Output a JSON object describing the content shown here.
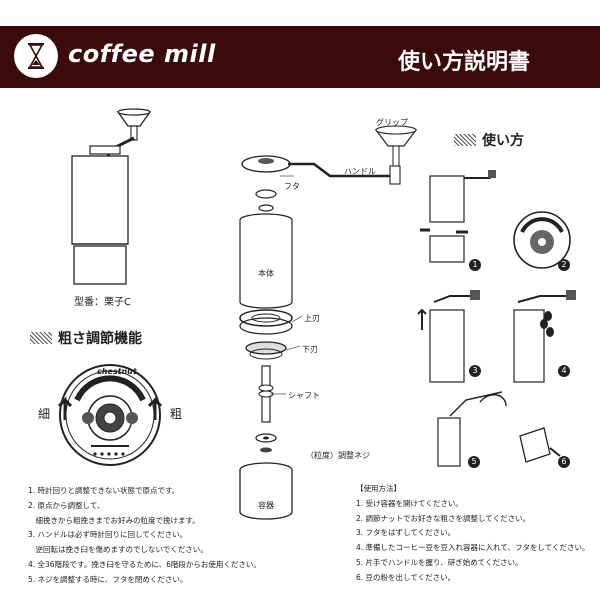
{
  "header": {
    "brand": "coffee mill",
    "title": "使い方説明書"
  },
  "model": {
    "label": "型番：栗子C"
  },
  "grind_section": {
    "title": "粗さ調節機能",
    "fine": "細",
    "coarse": "粗",
    "dial_brand": "chestnut"
  },
  "usage_section": {
    "title": "使い方"
  },
  "parts": {
    "grip": "グリップ",
    "lid": "フタ",
    "handle": "ハンドル",
    "body": "本体",
    "upper_blade": "上刃",
    "lower_blade": "下刃",
    "shaft": "シャフト",
    "adjust_nut": "（粒度）調整ネジ",
    "container": "容器"
  },
  "steps": [
    "1",
    "2",
    "3",
    "4",
    "5",
    "6"
  ],
  "notes_left": [
    "1. 時計回りと調整できない状態で原点です。",
    "2. 原点から調整して、",
    "　細挽きから粗挽きまでお好みの粒度で挽けます。",
    "3. ハンドルは必ず時計回りに回してください。",
    "　逆回転は挽き臼を傷めますのでしないでください。",
    "4. 全36階段です。挽き臼を守るために、6階段からお使用ください。",
    "5. ネジを調整する時に、フタを閉めください。"
  ],
  "notes_right_title": "【使用方法】",
  "notes_right": [
    "1. 受け容器を開けてください。",
    "2. 調節ナットでお好きな粗さを調整してください。",
    "3. フタをはずしてください。",
    "4. 準備したコーヒー豆を豆入れ容器に入れて、フタをしてください。",
    "5. 片手でハンドルを握り、研ぎ始めてください。",
    "6. 豆の粉を出してください。"
  ],
  "colors": {
    "header_bg": "#3b0a0a",
    "line": "#222222"
  }
}
